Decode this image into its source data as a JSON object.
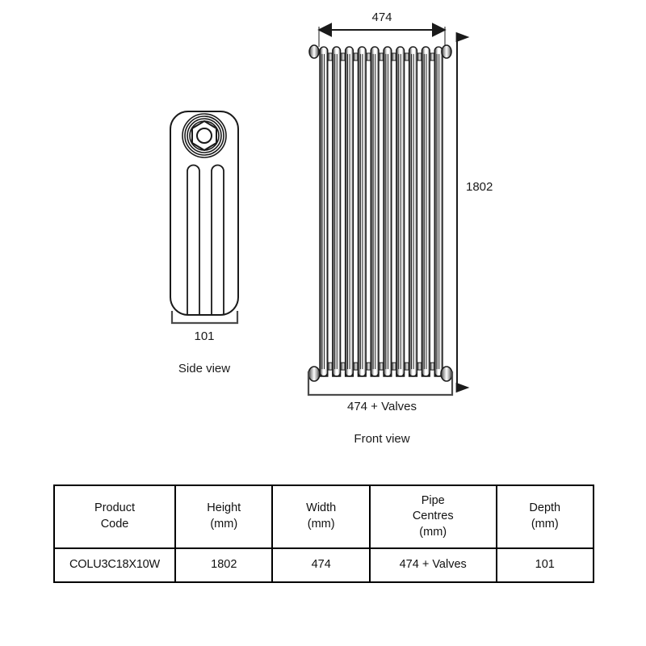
{
  "drawing": {
    "front_view": {
      "label": "Front view",
      "width_dimension": "474",
      "height_dimension": "1802",
      "pipe_centres_dimension": "474 + Valves",
      "column_count": 10,
      "column_style": "3-column",
      "line_color": "#1a1a1a"
    },
    "side_view": {
      "label": "Side view",
      "depth_dimension": "101",
      "valve_detail": "hex-nut",
      "line_color": "#1a1a1a"
    }
  },
  "spec_table": {
    "headers": [
      {
        "line1": "Product",
        "line2": "Code",
        "line3": ""
      },
      {
        "line1": "Height",
        "line2": "(mm)",
        "line3": ""
      },
      {
        "line1": "Width",
        "line2": "(mm)",
        "line3": ""
      },
      {
        "line1": "Pipe",
        "line2": "Centres",
        "line3": "(mm)"
      },
      {
        "line1": "Depth",
        "line2": "(mm)",
        "line3": ""
      }
    ],
    "rows": [
      {
        "product_code": "COLU3C18X10W",
        "height": "1802",
        "width": "474",
        "pipe_centres": "474 + Valves",
        "depth": "101"
      }
    ]
  },
  "colors": {
    "line": "#1a1a1a",
    "border": "#000000",
    "background": "#ffffff",
    "shade_dark": "#3a3a3a",
    "shade_mid": "#8d8d8d"
  }
}
